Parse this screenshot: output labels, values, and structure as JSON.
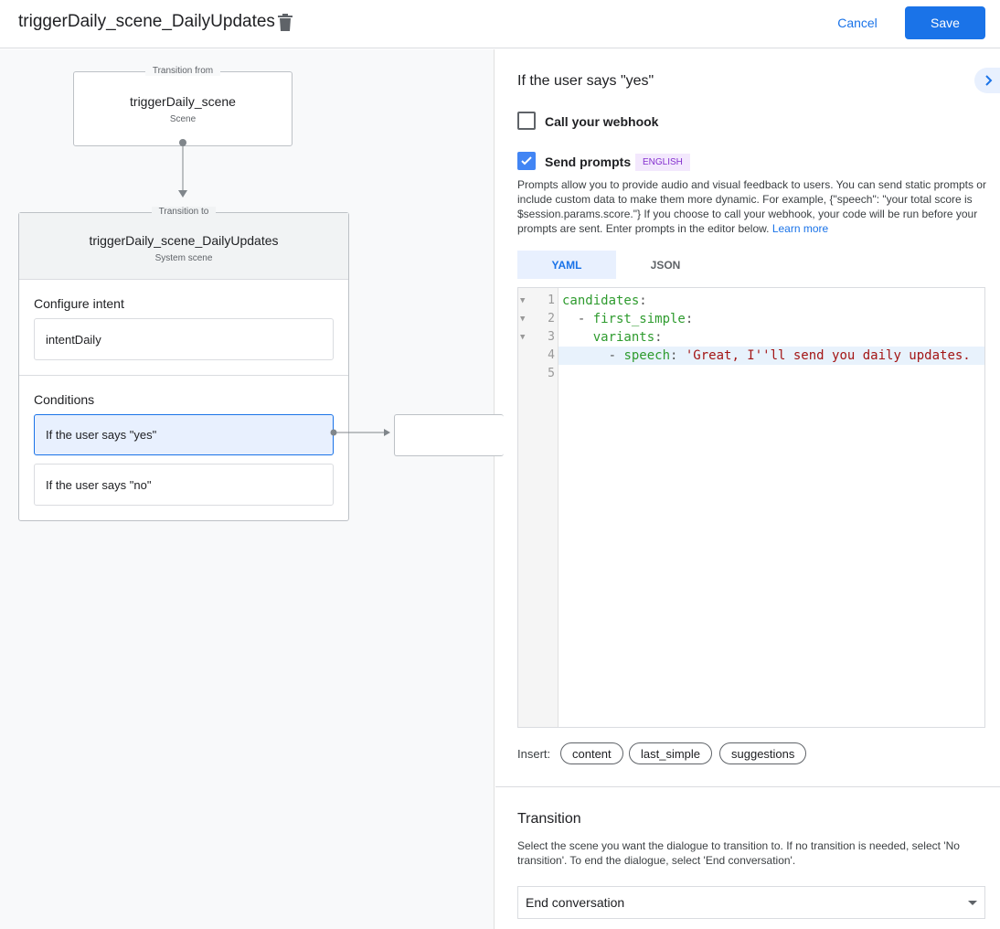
{
  "header": {
    "title": "triggerDaily_scene_DailyUpdates",
    "cancel": "Cancel",
    "save": "Save"
  },
  "canvas": {
    "from": {
      "legend": "Transition from",
      "name": "triggerDaily_scene",
      "type": "Scene"
    },
    "to": {
      "legend": "Transition to",
      "name": "triggerDaily_scene_DailyUpdates",
      "type": "System scene",
      "intent_title": "Configure intent",
      "intent": "intentDaily",
      "conditions_title": "Conditions",
      "conditions": [
        "If the user says \"yes\"",
        "If the user says \"no\""
      ]
    }
  },
  "panel": {
    "title": "If the user says \"yes\"",
    "webhook": {
      "label": "Call your webhook",
      "checked": false
    },
    "prompts": {
      "label": "Send prompts",
      "checked": true,
      "badge": "ENGLISH",
      "description": "Prompts allow you to provide audio and visual feedback to users. You can send static prompts or include custom data to make them more dynamic. For example, {\"speech\": \"your total score is $session.params.score.\"} If you choose to call your webhook, your code will be run before your prompts are sent. Enter prompts in the editor below.",
      "learn_more": "Learn more"
    },
    "tabs": [
      "YAML",
      "JSON"
    ],
    "active_tab": "YAML",
    "code_lines": [
      {
        "num": "1",
        "parts": [
          [
            "k",
            "candidates"
          ],
          [
            "p",
            ":"
          ]
        ]
      },
      {
        "num": "2",
        "parts": [
          [
            "p",
            "  - "
          ],
          [
            "k",
            "first_simple"
          ],
          [
            "p",
            ":"
          ]
        ]
      },
      {
        "num": "3",
        "parts": [
          [
            "p",
            "    "
          ],
          [
            "k",
            "variants"
          ],
          [
            "p",
            ":"
          ]
        ]
      },
      {
        "num": "4",
        "parts": [
          [
            "p",
            "      - "
          ],
          [
            "k",
            "speech"
          ],
          [
            "p",
            ": "
          ],
          [
            "s",
            "'Great, I''ll send you daily updates."
          ]
        ]
      },
      {
        "num": "5",
        "parts": []
      }
    ],
    "insert_label": "Insert:",
    "insert_chips": [
      "content",
      "last_simple",
      "suggestions"
    ],
    "transition": {
      "title": "Transition",
      "description": "Select the scene you want the dialogue to transition to. If no transition is needed, select 'No transition'. To end the dialogue, select 'End conversation'.",
      "value": "End conversation"
    }
  }
}
